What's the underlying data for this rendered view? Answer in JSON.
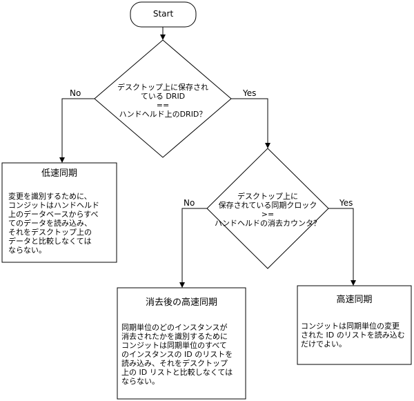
{
  "start": {
    "label": "Start"
  },
  "decision1": {
    "line1": "デスクトップ上に保存され",
    "line2": "ている DRID",
    "line3": "==",
    "line4": "ハンドヘルド上のDRID？",
    "no": "No",
    "yes": "Yes"
  },
  "decision2": {
    "line1": "デスクトップ上に",
    "line2": "保存されている同期クロック",
    "line3": ">=",
    "line4": "ハンドヘルドの消去カウンタ？",
    "no": "No",
    "yes": "Yes"
  },
  "slow_sync": {
    "title": "低速同期",
    "text": "変更を識別するために、\nコンジットはハンドヘルド\n上のデータベースからすべ\nてのデータを読み込み、\nそれをデスクトップ上の\nデータと比較しなくては\nならない。"
  },
  "fast_after_purge": {
    "title": "消去後の高速同期",
    "text": "同期単位のどのインスタンスが\n消去されたかを識別するために\nコンジットは同期単位のすべて\nのインスタンスの ID のリストを\n読み込み、それをデスクトップ\n上の ID リストと比較しなくては\nならない。"
  },
  "fast_sync": {
    "title": "高速同期",
    "text": "コンジットは同期単位の変更\nされた ID のリストを読み込む\nだけでよい。"
  }
}
